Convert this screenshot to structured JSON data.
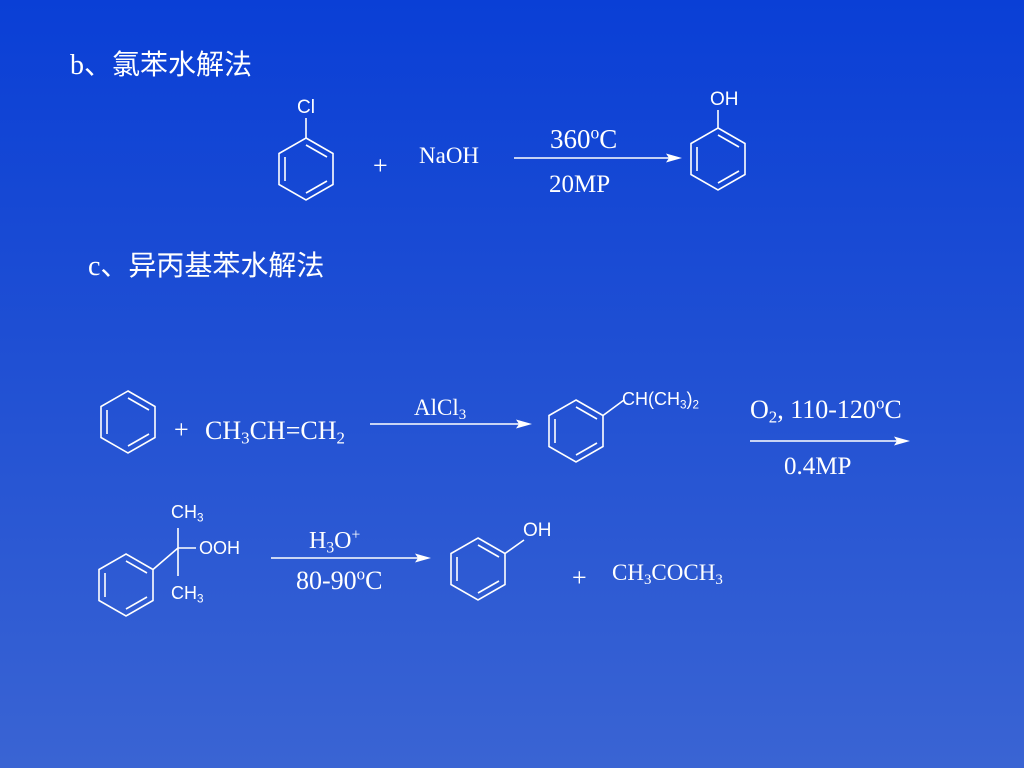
{
  "section_b": {
    "heading": "b、氯苯水解法",
    "cl_label": "Cl",
    "plus": "+",
    "naoh": "NaOH",
    "cond_top_main": "360",
    "cond_top_sup": "o",
    "cond_top_tail": "C",
    "cond_bottom": "20MP",
    "oh_label": "OH"
  },
  "section_c": {
    "heading": "c、异丙基苯水解法",
    "plus1": "+",
    "propene": {
      "p1": "CH",
      "s1": "3",
      "p2": "CH=CH",
      "s2": "2"
    },
    "alcl3": {
      "main": "AlCl",
      "sub": "3"
    },
    "cumene_sub": {
      "p1": "CH(CH",
      "s1": "3",
      "p2": ")",
      "s2": "2"
    },
    "o2_cond": {
      "main": "O",
      "sub": "2",
      "mid": ", 110-120",
      "sup": "o",
      "tail": "C"
    },
    "pressure": "0.4MP",
    "hydroperoxide": {
      "ch3_top": "CH",
      "ch3_top_sub": "3",
      "ooh": "OOH",
      "ch3_bottom": "CH",
      "ch3_bottom_sub": "3"
    },
    "h3o": {
      "main": "H",
      "sub": "3",
      "tail": "O",
      "sup": "+"
    },
    "temp": {
      "main": "80-90",
      "sup": "o",
      "tail": "C"
    },
    "oh_label": "OH",
    "plus2": "+",
    "acetone": {
      "p1": "CH",
      "s1": "3",
      "p2": "COCH",
      "s2": "3"
    }
  }
}
